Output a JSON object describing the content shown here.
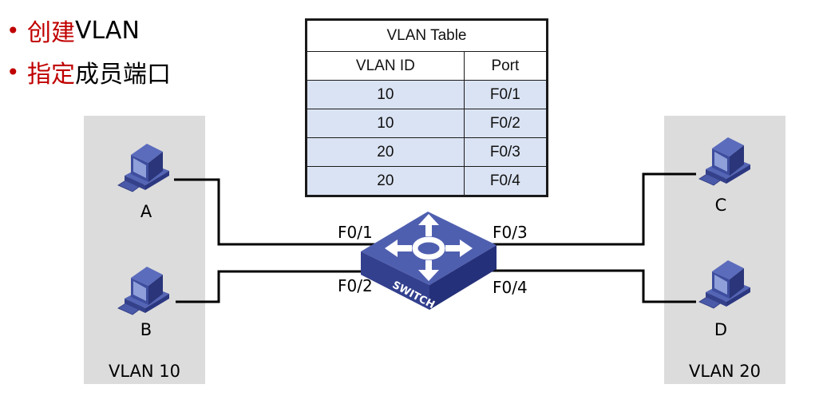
{
  "bullets": [
    {
      "highlight": "创建",
      "rest": "VLAN"
    },
    {
      "highlight": "指定",
      "rest": "成员端口"
    }
  ],
  "vlan_table": {
    "title": "VLAN Table",
    "headers": [
      "VLAN ID",
      "Port"
    ],
    "rows": [
      {
        "vlan_id": "10",
        "port": "F0/1"
      },
      {
        "vlan_id": "10",
        "port": "F0/2"
      },
      {
        "vlan_id": "20",
        "port": "F0/3"
      },
      {
        "vlan_id": "20",
        "port": "F0/4"
      }
    ]
  },
  "zones": {
    "left": {
      "label": "VLAN 10"
    },
    "right": {
      "label": "VLAN 20"
    }
  },
  "hosts": {
    "a": {
      "label": "A",
      "icon": "computer-icon"
    },
    "b": {
      "label": "B",
      "icon": "computer-icon"
    },
    "c": {
      "label": "C",
      "icon": "computer-icon"
    },
    "d": {
      "label": "D",
      "icon": "computer-icon"
    }
  },
  "switch": {
    "label": "SWITCH",
    "icon": "switch-icon"
  },
  "ports": {
    "p1": "F0/1",
    "p2": "F0/2",
    "p3": "F0/3",
    "p4": "F0/4"
  },
  "colors": {
    "highlight": "#c00000",
    "device_blue": "#4a5aa8",
    "table_row": "#dae3f3",
    "zone_bg": "#dcdcdc"
  }
}
